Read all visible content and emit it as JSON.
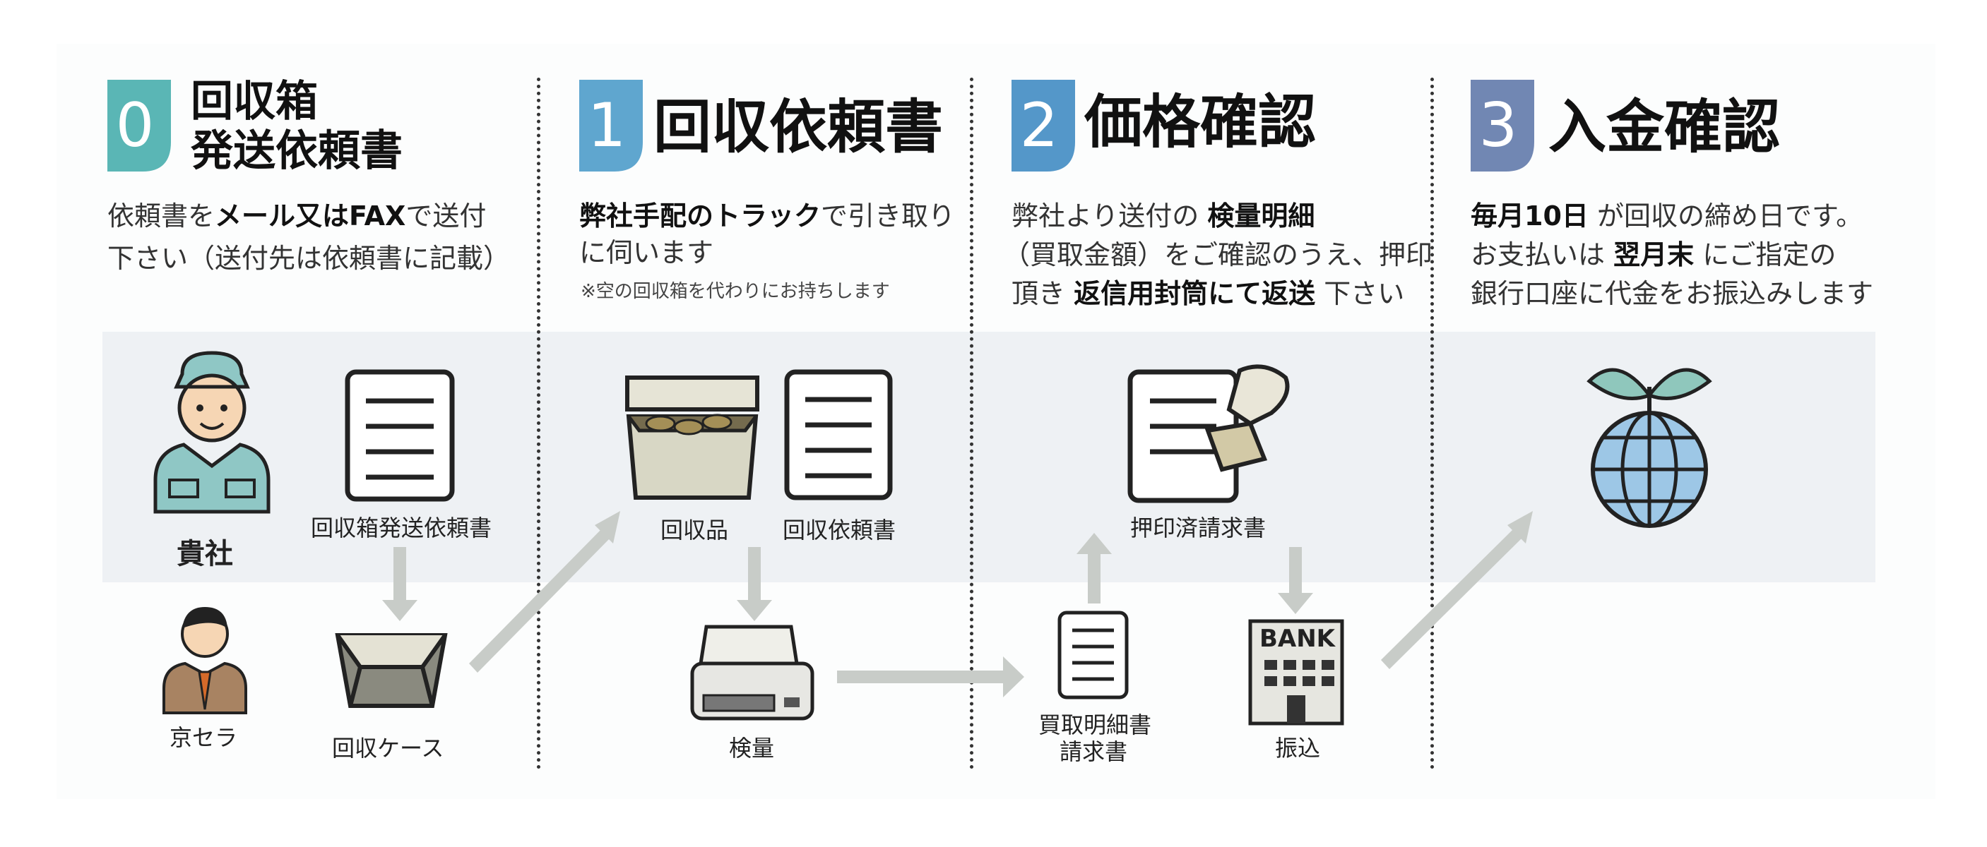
{
  "colors": {
    "step0": "#5ab6b5",
    "step1": "#5fa6cf",
    "step2": "#5497c9",
    "step3": "#7187b3",
    "arrow": "#c8ccc8",
    "band": "#eef1f4"
  },
  "steps": [
    {
      "num": "0",
      "title_lines": [
        "回収箱",
        "発送依頼書"
      ],
      "desc_lines": [
        "依頼書を<b>メール又はFAX</b>で送付",
        "下さい（送付先は依頼書に記載）"
      ]
    },
    {
      "num": "1",
      "title_lines": [
        "回収依頼書"
      ],
      "desc_lines": [
        "<b>弊社手配のトラック</b>で引き取り",
        "に伺います"
      ],
      "note": "※空の回収箱を代わりにお持ちします"
    },
    {
      "num": "2",
      "title_lines": [
        "価格確認"
      ],
      "desc_lines": [
        "弊社より送付の <b>検量明細</b>",
        "（買取金額）をご確認のうえ、押印",
        "頂き <b>返信用封筒にて返送</b> 下さい"
      ]
    },
    {
      "num": "3",
      "title_lines": [
        "入金確認"
      ],
      "desc_lines": [
        "<b>毎月10日</b> が回収の締め日です。",
        "お支払いは <b>翌月末</b> にご指定の",
        "銀行口座に代金をお振込みします"
      ]
    }
  ],
  "labels": {
    "your_company": "貴社",
    "kyocera": "京セラ",
    "request_form": "回収箱発送依頼書",
    "collection_case": "回収ケース",
    "collected_items": "回収品",
    "collection_request": "回収依頼書",
    "weighing": "検量",
    "stamped_invoice": "押印済請求書",
    "purchase_statement_1": "買取明細書",
    "purchase_statement_2": "請求書",
    "transfer": "振込",
    "bank": "BANK"
  }
}
